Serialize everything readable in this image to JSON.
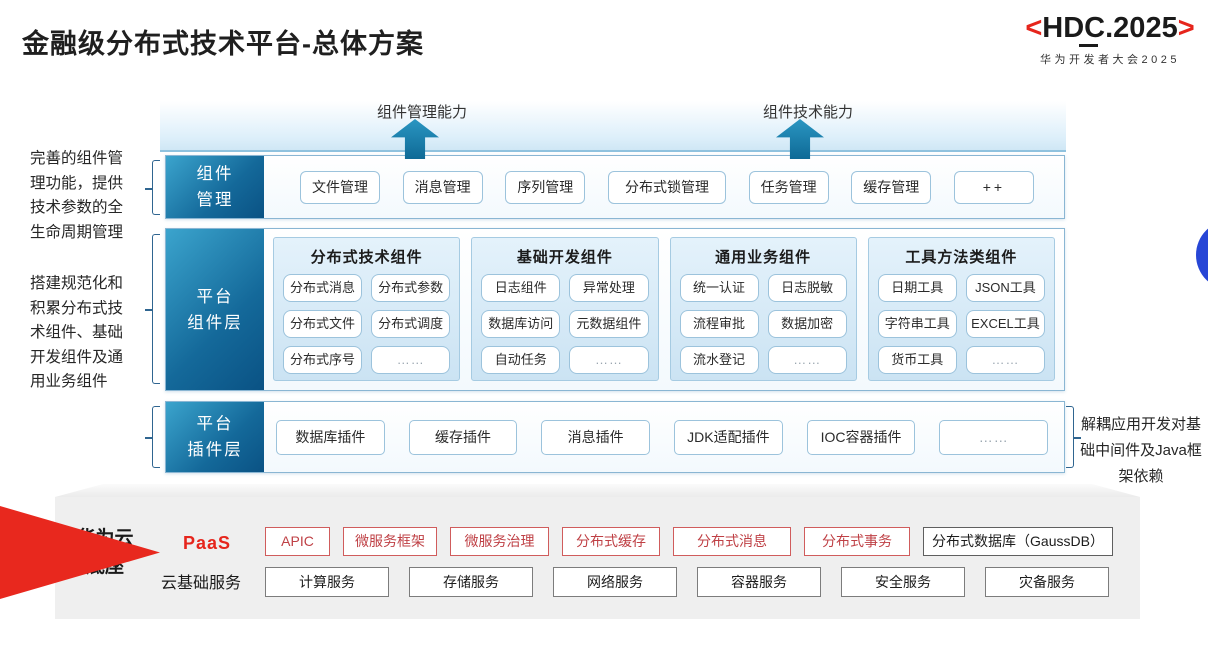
{
  "header": {
    "title": "金融级分布式技术平台-总体方案",
    "logo": {
      "left_bracket": "<",
      "brand": "HDC.2025",
      "right_bracket": ">",
      "subtitle": "华为开发者大会2025"
    }
  },
  "arrows": {
    "left_label": "组件管理能力",
    "right_label": "组件技术能力"
  },
  "side_notes": {
    "left_top": "完善的组件管理功能，提供技术参数的全生命周期管理",
    "left_bottom": "搭建规范化和积累分布式技术组件、基础开发组件及通用业务组件",
    "right": "解耦应用开发对基础中间件及Java框架依赖"
  },
  "layers": {
    "component_mgmt": {
      "label_lines": [
        "组件",
        "管理"
      ],
      "items": [
        "文件管理",
        "消息管理",
        "序列管理",
        "分布式锁管理",
        "任务管理",
        "缓存管理",
        "++"
      ]
    },
    "platform_components": {
      "label_lines": [
        "平台",
        "组件层"
      ],
      "groups": [
        {
          "title": "分布式技术组件",
          "items": [
            "分布式消息",
            "分布式参数",
            "分布式文件",
            "分布式调度",
            "分布式序号",
            "……"
          ]
        },
        {
          "title": "基础开发组件",
          "items": [
            "日志组件",
            "异常处理",
            "数据库访问",
            "元数据组件",
            "自动任务",
            "……"
          ]
        },
        {
          "title": "通用业务组件",
          "items": [
            "统一认证",
            "日志脱敏",
            "流程审批",
            "数据加密",
            "流水登记",
            "……"
          ]
        },
        {
          "title": "工具方法类组件",
          "items": [
            "日期工具",
            "JSON工具",
            "字符串工具",
            "EXCEL工具",
            "货币工具",
            "……"
          ]
        }
      ]
    },
    "platform_plugins": {
      "label_lines": [
        "平台",
        "插件层"
      ],
      "items": [
        "数据库插件",
        "缓存插件",
        "消息插件",
        "JDK适配插件",
        "IOC容器插件",
        "……"
      ]
    }
  },
  "foundation": {
    "label_lines": [
      "华为云",
      "底座"
    ],
    "paas_label": "PaaS",
    "cloud_label": "云基础服务",
    "paas_items": [
      "APIC",
      "微服务框架",
      "微服务治理",
      "分布式缓存",
      "分布式消息",
      "分布式事务"
    ],
    "paas_db_item": "分布式数据库（GaussDB）",
    "cloud_items": [
      "计算服务",
      "存储服务",
      "网络服务",
      "容器服务",
      "安全服务",
      "灾备服务"
    ]
  },
  "colors": {
    "layer_label_blue": "#0d5f93",
    "arrow_teal": "#1b7fa9",
    "accent_red": "#e6251c",
    "chip_border_blue": "#9cc3dc",
    "foundation_gray": "#efefef",
    "circle_blue": "#2746d6"
  }
}
